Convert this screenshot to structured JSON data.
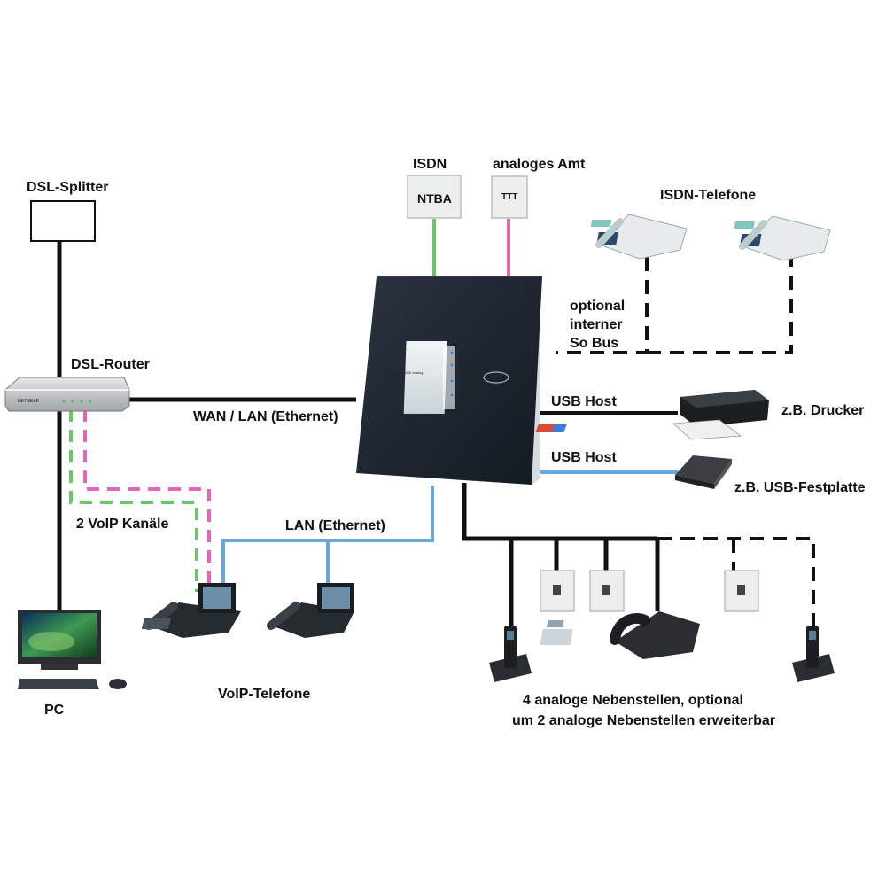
{
  "labels": {
    "dsl_splitter": "DSL-Splitter",
    "dsl_router": "DSL-Router",
    "router_brand": "NETGEAR",
    "isdn": "ISDN",
    "ntba": "NTBA",
    "analog_amt": "analoges Amt",
    "ttt": "TTT",
    "isdn_phones": "ISDN-Telefone",
    "optional_1": "optional",
    "optional_2": "interner",
    "optional_3": "So Bus",
    "wan_lan": "WAN / LAN (Ethernet)",
    "usb_host_1": "USB Host",
    "usb_host_2": "USB Host",
    "printer": "z.B. Drucker",
    "usb_disk": "z.B. USB-Festplatte",
    "voip_channels": "2 VoIP Kanäle",
    "lan_ethernet": "LAN (Ethernet)",
    "voip_phones": "VoIP-Telefone",
    "pc": "PC",
    "analog_1": "4 analoge Nebenstellen, optional",
    "analog_2": "um 2 analoge Nebenstellen erweiterbar",
    "pbx_model": "COMmpact 3000 analog"
  },
  "colors": {
    "isdn_line": "#6cc36c",
    "analog_line": "#e066b8",
    "usb_line": "#6aa7dc",
    "lan_line": "#6aa7dc",
    "voip_green": "#6cc36c",
    "voip_pink": "#e066b8",
    "black_line": "#111111",
    "pbx_body": "#1d2530"
  }
}
